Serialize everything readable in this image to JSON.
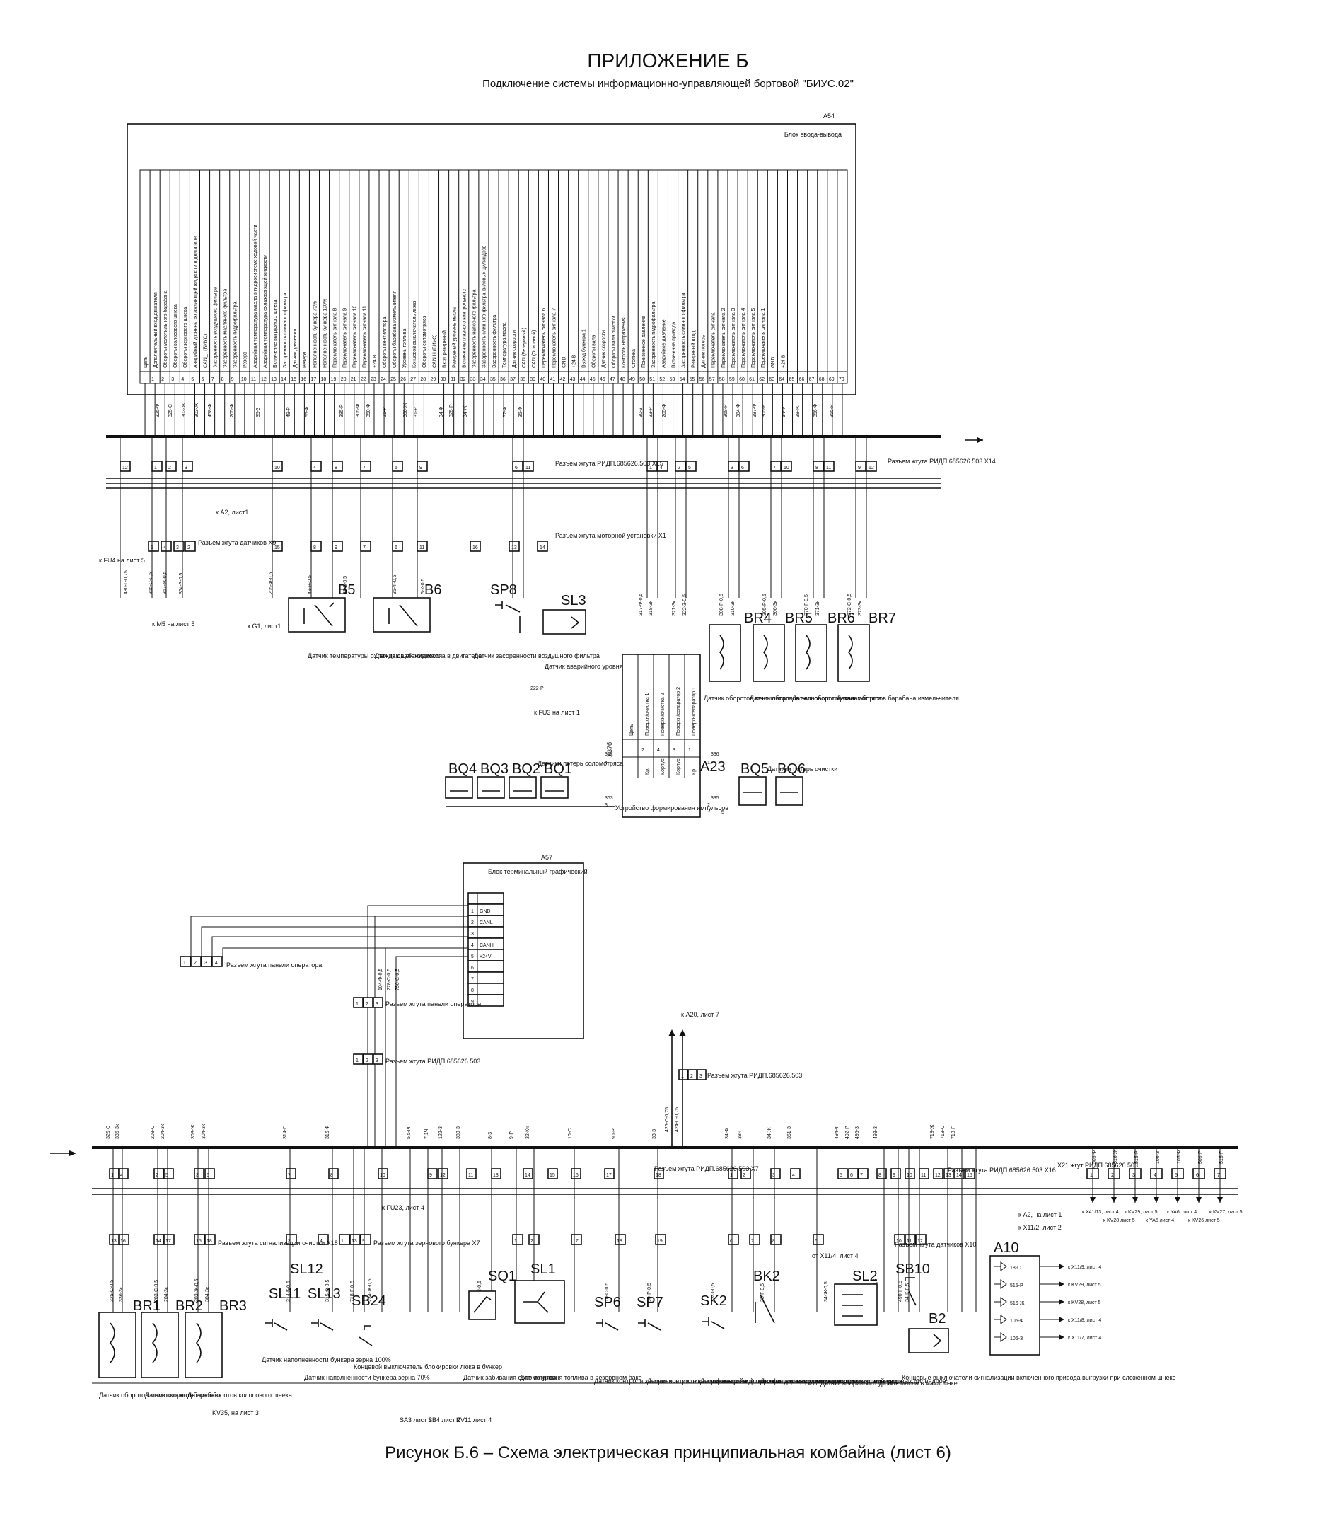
{
  "header": {
    "appendix": "ПРИЛОЖЕНИЕ Б",
    "subtitle": "Подключение системы информационно-управляющей бортовой \"БИУС.02\""
  },
  "caption": "Рисунок Б.6 – Схема электрическая принципиальная комбайна (лист 6)",
  "blocks": {
    "a54": {
      "ref": "A54",
      "title": "Блок ввода-вывода",
      "circuit_header": "Цепь"
    },
    "a57": {
      "ref": "A57",
      "title": "Блок терминальный графический",
      "pins": [
        "GND",
        "CANL",
        "",
        "CANH",
        "+24V",
        "",
        "",
        "",
        ""
      ]
    },
    "a23": {
      "ref": "A23",
      "title": "Устройство формирования импульсов",
      "connector": "X37б",
      "rows": [
        "Цепь",
        "Поверхн/очистка 1",
        "Поверхн/очистка 2",
        "Поверхн/сепаратор 2",
        "Поверхн/сепаратор 1"
      ],
      "cols": [
        "Кр.",
        "Корпус",
        "Корпус",
        "Кр."
      ],
      "nums": [
        "2",
        "4",
        "3",
        "1"
      ]
    },
    "a10": {
      "ref": "A10"
    }
  },
  "sensors": {
    "b5": {
      "ref": "B5",
      "desc": "Датчик температуры охлаждающей жидкости"
    },
    "b6": {
      "ref": "B6",
      "desc": "Датчик давления масла в двигателе"
    },
    "sp8": {
      "ref": "SP8",
      "desc": "Датчик засоренности воздушного фильтра"
    },
    "sl3": {
      "ref": "SL3",
      "desc": "Датчик аварийного уровня охлаждающей жидкости"
    },
    "br4": {
      "ref": "BR4",
      "desc": "Датчик оборотов вентилятора"
    },
    "br5": {
      "ref": "BR5",
      "desc": "Датчик оборотов зернового шнека"
    },
    "br6": {
      "ref": "BR6",
      "desc": "Датчик оборотов соломотряса"
    },
    "br7": {
      "ref": "BR7",
      "desc": "Датчик оборотов барабана измельчителя"
    },
    "bq": [
      "BQ4",
      "BQ3",
      "BQ2",
      "BQ1"
    ],
    "bq_desc": "Датчики потерь соломотряса",
    "bq56": [
      "BQ5",
      "BQ6"
    ],
    "bq56_desc": "Датчики потерь очистки",
    "br1": {
      "ref": "BR1",
      "desc": "Датчик оборотов молотильного барабана"
    },
    "br2": {
      "ref": "BR2",
      "desc": "Датчик скорости"
    },
    "br3": {
      "ref": "BR3",
      "desc": "Датчик оборотов колосового шнека"
    },
    "sl11": {
      "ref": "SL11"
    },
    "sl12": {
      "ref": "SL12"
    },
    "sl13": {
      "ref": "SL13"
    },
    "sl11_desc": "Датчик наполненности бункера зерна 100%",
    "sl13_desc": "Датчик наполненности бункера зерна 70%",
    "sb24": {
      "ref": "SB24",
      "desc": "Концевой выключатель блокировки люка в бункер"
    },
    "sq1": {
      "ref": "SQ1",
      "desc": "Датчик забивания соломотряса"
    },
    "sl1": {
      "ref": "SL1",
      "desc": "Датчик уровня топлива в резервном баке"
    },
    "sp6": {
      "ref": "SP6",
      "desc": "Датчик контроля засоренности сливного фильтра гидросистемы силовых цилиндров"
    },
    "sp7": {
      "ref": "SP7",
      "desc": "Датчик контроля засоренности напорного фильтра гидросистемы силовых цилиндров"
    },
    "sk2": {
      "ref": "SK2",
      "desc": "Датчик аварийной температуры масла гидросистемы ходовой части"
    },
    "bk2": {
      "ref": "BK2",
      "desc": "Датчик температуры масла гидросистемы силовых цилиндров"
    },
    "sl2": {
      "ref": "SL2",
      "desc": "Датчик аварийного уровня масла в маслобаке"
    },
    "sb10": {
      "ref": "SB10"
    },
    "b2": {
      "ref": "B2",
      "desc": "Концевые выключатели сигнализации включенного привода выгрузки при сложенном шнеке"
    }
  },
  "connectors": {
    "x15": "Разъем жгута РИДП.685626.503 X15",
    "x14": "Разъем жгута РИДП.685626.503 X14",
    "x9": "Разъем жгута датчиков X9",
    "x1": "Разъем жгута моторной установки X1",
    "x7": "Разъем жгута РИДП.685626.503 X7",
    "x16": "Разъем жгута РИДП.685626.503 X16",
    "x21": "X21 жгут РИДП.685626.503",
    "x18": "Разъем жгута сигнализации очистки X18",
    "x7b": "Разъем жгута зернового бункера X7",
    "x10": "Разъем жгута датчиков X10",
    "op1": "Разъем жгута панели оператора",
    "op2": "Разъем жгута панели оператора",
    "ridp": "Разъем жгута РИДП.685626.503",
    "ridp2": "Разъем жгута РИДП.685626.503"
  },
  "references": {
    "fu4": "к FU4 на лист 5",
    "m5": "к М5 на лист 5",
    "g1": "к G1, лист1",
    "a2": "к А2, лист1",
    "fu3": "к FU3 на лист 1",
    "a20": "к А20, лист 7",
    "fu23": "к FU23, лист 4",
    "a2b": "к А2, на лист 1",
    "x112": "к X11/2, лист 2",
    "kv35": "KV35, на лист 3",
    "sa3": "SA3 лист 2",
    "sb4": "SB4 лист 2",
    "kv11": "KV11 лист 4",
    "x411": "к X11/9, лист 4",
    "kv29": "к KV29, лист 5",
    "kv28": "к KV28, лист 5",
    "x118": "к X11/8, лист 4",
    "x117": "к X11/7, лист 4",
    "x114": "от X11/4, лист 4",
    "top_refs": [
      "к X41/13, лист 4",
      "к KV28 лист 5",
      "к KV29, лист 5",
      "к YA5 лист 4",
      "к YA6, лист 4",
      "к KV26 лист 5",
      "к KV27, лист 5"
    ]
  },
  "pin_labels": {
    "a54_functions": [
      "Цепь",
      "Дополнительный вход двигателя",
      "Обороты молотильного барабана",
      "Обороты колосового шнека",
      "Обороты зернового шнека",
      "Аварийный уровень охлаждающей жидкости в двигателе",
      "CAN_L (БИУС)",
      "Засоренность воздушного фильтра",
      "Засоренность масляного фильтра",
      "Засоренность гидрофильтра",
      "Резерв",
      "Аварийная температура масла в гидросистеме ходовой части",
      "Аварийная температура охлаждающей жидкости",
      "Включение выгрузного шнека",
      "Засоренность сливного фильтра",
      "Датчик давления",
      "Резерв",
      "Наполненность бункера 70%",
      "Наполненность бункера 100%",
      "Переключатель сигнала 8",
      "Переключатель сигнала 9",
      "Переключатель сигнала 10",
      "Переключатель сигнала 11",
      "+24 В",
      "Обороты вентилятора",
      "Обороты барабана измельчителя",
      "Уровень топлива",
      "Концевой выключатель люка",
      "Обороты соломотряса",
      "CAN H (БИУС)",
      "Вход резервный",
      "Резервный уровень масла",
      "Включение главного контрольного",
      "Засорённость напорного фильтра",
      "Засоренность сливного фильтра силовых цилиндров",
      "Засоренность фильтра",
      "Температура масла",
      "Датчик скорости",
      "CAN (Резервный)",
      "CAN (Основной)",
      "Переключатель сигнала 6",
      "Переключатель сигнала 7",
      "GND",
      "+24 В",
      "Выход бункера 1",
      "Обороты вала",
      "Датчик скорости",
      "Обороты вала очистки",
      "Контроль напряжения",
      "Стоянка",
      "Пониженное давление",
      "Засоренность гидрофильтра",
      "Аварийное давление",
      "Включение привода",
      "Засоренность сливного фильтра",
      "Резервный вход",
      "Датчик потерь",
      "Переключатель сигнала",
      "Переключатель сигнала 2",
      "Переключатель сигнала 3",
      "Переключатель сигнала 4",
      "Переключатель сигнала 5",
      "Переключатель сигнала 1",
      "GND",
      "+24 В"
    ]
  },
  "wire_labels": {
    "top_bus": [
      "325-Ф",
      "325-С",
      "303-Ж",
      "303-Ж",
      "458-Ф",
      "205-Ф",
      "35-З",
      "49-Р",
      "55-Ф",
      "385-Р",
      "305-Ф",
      "350-Ф",
      "31-Р",
      "308-Ж",
      "31-Р",
      "34-Ф",
      "325-Р",
      "34-Ж",
      "57-Ф",
      "35-Ф",
      "30-3",
      "33-Р",
      "205-Ф",
      "368-Р",
      "384-Ф",
      "387-Ф",
      "305-Р",
      "34-Ф",
      "38-Ж",
      "356-Ф",
      "355-Р"
    ],
    "mid_left": [
      "480-Г-0,75",
      "365-С-0,5",
      "367-Ж-0,5",
      "364-З-0,5",
      "205-Ф-0,5",
      "49-Р-0,5",
      "39-3-0,5",
      "35-Ф-0,5",
      "5-К-0,5"
    ],
    "mid_right": [
      "317-Ф-0,5",
      "318-3к",
      "321-3к",
      "322-3-0,5",
      "308-Р-0,5",
      "310-3к",
      "305-Р-0,5",
      "306-3к",
      "370-Г-0,5",
      "371-3к",
      "372-С-0,5",
      "373-3к"
    ],
    "a57_wires": [
      "104-Ф-0,5",
      "278-С-0,5",
      "750-С-0,5"
    ],
    "bottom_bus": [
      "325-С",
      "336-3к",
      "203-С",
      "204-3к",
      "303-Ж",
      "304-3к",
      "314-Г",
      "315-Ф",
      "5,54ч",
      "7,1Ч",
      "122-3",
      "380-3",
      "8-3",
      "9-Р",
      "32-Кч",
      "10-С",
      "90-Р",
      "33-3",
      "34-Ф",
      "38-Г",
      "34-Ж",
      "351-3",
      "494-Ф",
      "492-Р",
      "495-3",
      "493-3",
      "718-Ж",
      "718-С",
      "718-Г"
    ],
    "bottom_sensors": [
      "325-С-0,5",
      "336-3к",
      "203-С-0,5",
      "204-3к",
      "303-Ж-0,5",
      "304-3к",
      "314-Г-0,5",
      "315-Ф-0,5",
      "718-Г-0,5",
      "234-Ж-0,5",
      "380-3-0,5",
      "8-3-0,5",
      "9-Р-0,5",
      "10-С-0,5",
      "90-Р-0,5",
      "33-З-0,5",
      "38-Г-0,5",
      "34-Ж-0,5",
      "493-Ж-0,5",
      "490-Г-0,5",
      "34-К-0,5"
    ],
    "a10_pins": [
      "18-С",
      "515-Р",
      "516-Ж",
      "105-Ф",
      "106-З"
    ],
    "x21_wires": [
      "509-Ф",
      "516-Ж",
      "515-Р",
      "106-З",
      "105-Ф",
      "509-Р",
      "515-Г"
    ],
    "a20_wires": [
      "425-С-0,75",
      "424-С-0,75"
    ],
    "pins_x15": [
      "12",
      "1",
      "2",
      "3",
      "10",
      "4",
      "8",
      "7",
      "5",
      "9",
      "6",
      "11"
    ],
    "pins_x9": [
      "5",
      "4",
      "3",
      "2",
      "15",
      "8",
      "9",
      "7",
      "6",
      "11",
      "16",
      "13",
      "14"
    ],
    "pins_x14": [
      "1",
      "4",
      "2",
      "5",
      "3",
      "6",
      "7",
      "10",
      "8",
      "11",
      "9",
      "12"
    ],
    "pins_x16": [
      "1",
      "4",
      "2",
      "5",
      "3",
      "6",
      "7",
      "8",
      "10",
      "9",
      "12",
      "11",
      "13",
      "14",
      "15",
      "16",
      "17",
      "18",
      "1",
      "2",
      "3",
      "4",
      "5",
      "6",
      "7",
      "8",
      "9",
      "10",
      "11",
      "12",
      "13",
      "14",
      "15"
    ],
    "a54_pin_numbers": [
      "1",
      "2",
      "3",
      "4",
      "5",
      "6",
      "7",
      "8",
      "9",
      "10",
      "11",
      "12",
      "13",
      "14",
      "15",
      "16",
      "17",
      "18",
      "19",
      "20",
      "21",
      "22",
      "23",
      "24",
      "25",
      "26",
      "27",
      "28",
      "29",
      "30",
      "31",
      "32",
      "33",
      "34",
      "35",
      "36",
      "37",
      "38",
      "39",
      "40",
      "41",
      "42",
      "43",
      "44",
      "45",
      "46",
      "47",
      "48",
      "49",
      "50",
      "51",
      "52",
      "53",
      "54",
      "55",
      "56",
      "57",
      "58",
      "59",
      "60",
      "61",
      "62",
      "63",
      "64",
      "65",
      "66",
      "67",
      "68",
      "69",
      "70"
    ],
    "a23_pins": [
      "362",
      "363",
      "336",
      "335",
      "1",
      "2",
      "4",
      "5",
      "3"
    ],
    "a20_pins": [
      "1",
      "2",
      "3"
    ],
    "op_pins": [
      "1",
      "2",
      "3",
      "4",
      "5",
      "6"
    ],
    "misc": [
      "222-Р",
      "A2"
    ]
  }
}
